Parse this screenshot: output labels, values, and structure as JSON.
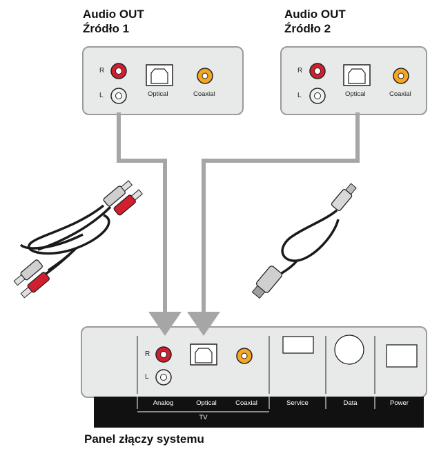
{
  "source1": {
    "title_line1": "Audio OUT",
    "title_line2": "Źródło 1",
    "r": "R",
    "l": "L",
    "optical": "Optical",
    "coaxial": "Coaxial"
  },
  "source2": {
    "title_line1": "Audio OUT",
    "title_line2": "Źródło 2",
    "r": "R",
    "l": "L",
    "optical": "Optical",
    "coaxial": "Coaxial"
  },
  "panel": {
    "title": "Panel złączy systemu",
    "r": "R",
    "l": "L",
    "labels": {
      "analog": "Analog",
      "optical": "Optical",
      "coaxial": "Coaxial",
      "service": "Service",
      "data": "Data",
      "power": "Power",
      "tv": "TV"
    }
  },
  "colors": {
    "red": "#d21f2f",
    "orange": "#f5a623",
    "gray_line": "#a6a6a6",
    "box": "#e8eaea",
    "bar": "#111111"
  },
  "icons": [
    "rca-cable-icon",
    "optical-cable-icon",
    "arrow-down-icon"
  ]
}
